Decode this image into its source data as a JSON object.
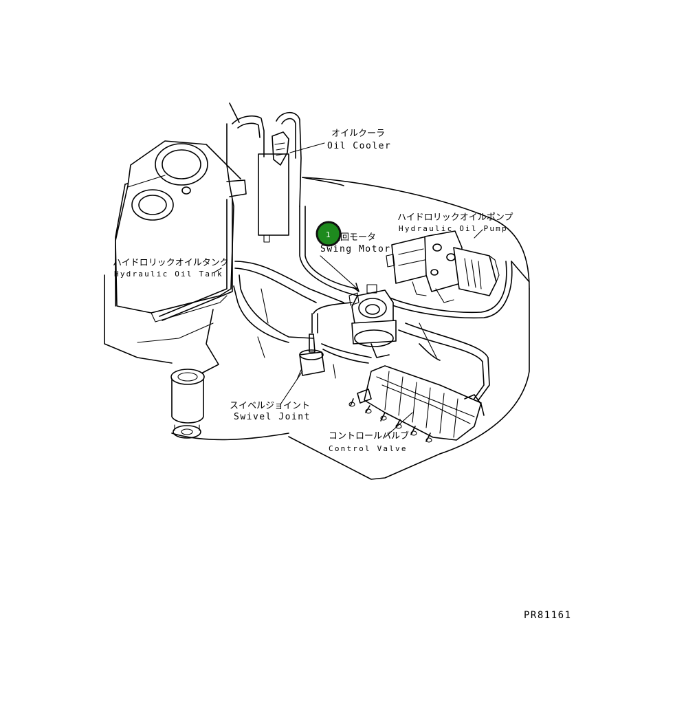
{
  "diagram": {
    "document_code": "PR81161",
    "labels": {
      "oil_cooler": {
        "jp": "オイルクーラ",
        "en": "Oil Cooler"
      },
      "hydraulic_oil_pump": {
        "jp": "ハイドロリックオイルポンプ",
        "en": "Hydraulic Oil Pump"
      },
      "swing_motor": {
        "jp": "旋回モータ",
        "en": "Swing Motor"
      },
      "hydraulic_oil_tank": {
        "jp": "ハイドロリックオイルタンク",
        "en": "Hydraulic Oil Tank"
      },
      "swivel_joint": {
        "jp": "スイベルジョイント",
        "en": "Swivel Joint"
      },
      "control_valve": {
        "jp": "コントロールバルブ",
        "en": "Control Valve"
      }
    },
    "callouts": [
      {
        "number": "1",
        "color": "#1e8a1e"
      }
    ]
  }
}
